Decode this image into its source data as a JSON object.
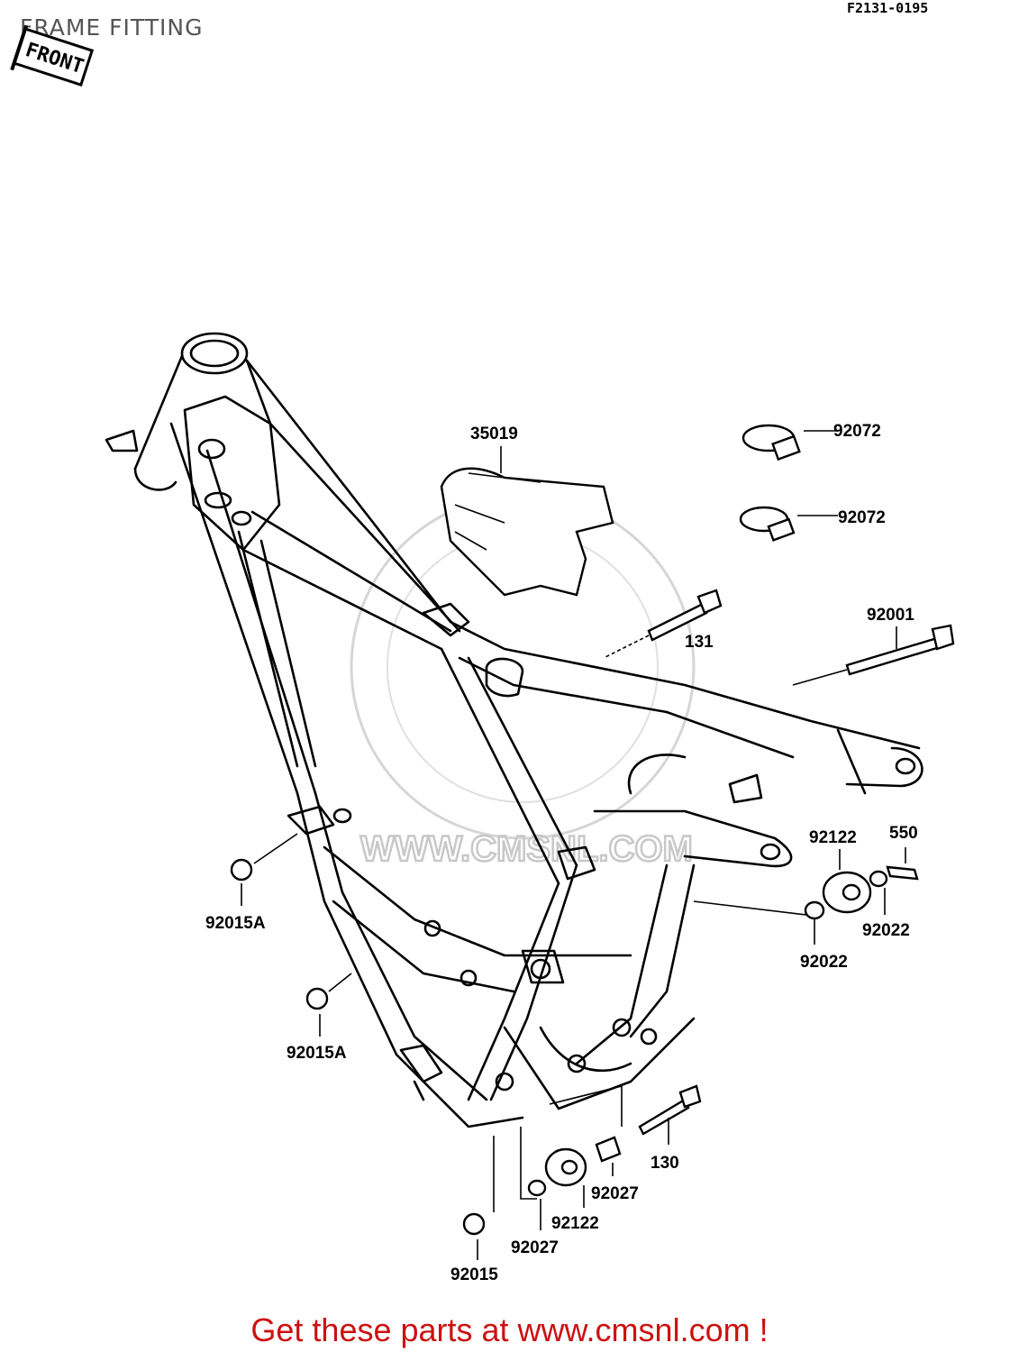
{
  "page_title": "FRAME FITTING",
  "drawing_code": "F2131-0195",
  "front_marker": "FRONT",
  "watermark": "WWW.CMSNL.COM",
  "footer": "Get these parts at www.cmsnl.com !",
  "parts": {
    "p35019": "35019",
    "p92072a": "92072",
    "p92072b": "92072",
    "p131": "131",
    "p92001": "92001",
    "p92122a": "92122",
    "p550": "550",
    "p92022a": "92022",
    "p92022b": "92022",
    "p92015Aa": "92015A",
    "p92015Ab": "92015A",
    "p130": "130",
    "p92027a": "92027",
    "p92122b": "92122",
    "p92027b": "92027",
    "p92015": "92015"
  }
}
